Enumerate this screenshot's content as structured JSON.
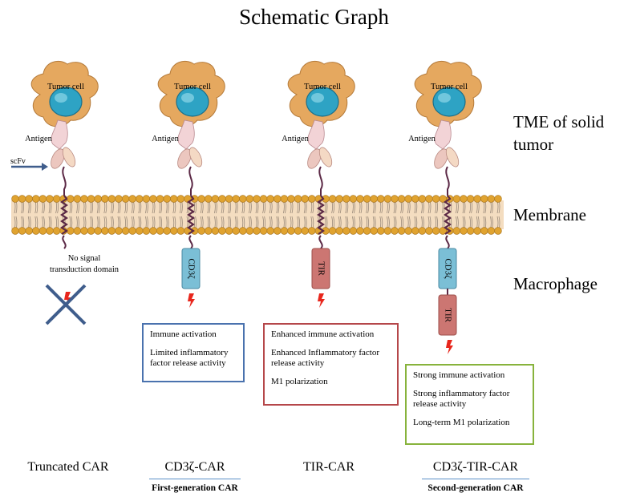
{
  "title": "Schematic Graph",
  "side_labels": {
    "tme": "TME  of solid tumor",
    "membrane": "Membrane",
    "macrophage": "Macrophage"
  },
  "cell_labels": {
    "tumor_cell": "Tumor cell",
    "antigen": "Antigen",
    "scfv": "scFv"
  },
  "domain_labels": {
    "cd3z": "CD3ζ",
    "tir": "TIR"
  },
  "no_signal": {
    "line1": "No signal",
    "line2": "transduction domain"
  },
  "boxes": {
    "first": [
      "Immune  activation",
      "Limited inflammatory factor release activity"
    ],
    "tir": [
      "Enhanced immune activation",
      "Enhanced Inflammatory factor release activity",
      "M1 polarization"
    ],
    "second": [
      "Strong immune activation",
      "Strong inflammatory factor release activity",
      "Long-term M1 polarization"
    ]
  },
  "car_names": {
    "truncated": "Truncated  CAR",
    "cd3z": "CD3ζ-CAR",
    "tir": "TIR-CAR",
    "cd3z_tir": "CD3ζ-TIR-CAR"
  },
  "generations": {
    "first": "First-generation  CAR",
    "second": "Second-generation  CAR"
  },
  "colors": {
    "cell_body": "#e5a85f",
    "nucleus": "#2ea3c4",
    "stalk": "#5b2845",
    "membrane_head": "#e0a330",
    "membrane_fill": "#f4ddc0",
    "cd3z_domain": "#7bbfd6",
    "tir_domain": "#cc7672",
    "bolt": "#e8261c"
  }
}
